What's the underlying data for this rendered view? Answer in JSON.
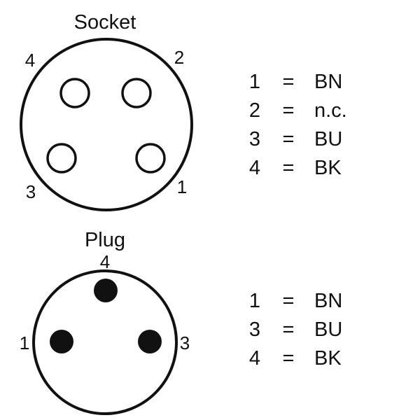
{
  "socket": {
    "title": "Socket",
    "pin_labels": {
      "p1": "1",
      "p2": "2",
      "p3": "3",
      "p4": "4"
    },
    "legend": [
      {
        "pin": "1",
        "eq": "=",
        "value": "BN"
      },
      {
        "pin": "2",
        "eq": "=",
        "value": "n.c."
      },
      {
        "pin": "3",
        "eq": "=",
        "value": "BU"
      },
      {
        "pin": "4",
        "eq": "=",
        "value": "BK"
      }
    ]
  },
  "plug": {
    "title": "Plug",
    "pin_labels": {
      "p1": "1",
      "p3": "3",
      "p4": "4"
    },
    "legend": [
      {
        "pin": "1",
        "eq": "=",
        "value": "BN"
      },
      {
        "pin": "3",
        "eq": "=",
        "value": "BU"
      },
      {
        "pin": "4",
        "eq": "=",
        "value": "BK"
      }
    ]
  },
  "colors": {
    "line": "#111111",
    "background": "#ffffff"
  }
}
